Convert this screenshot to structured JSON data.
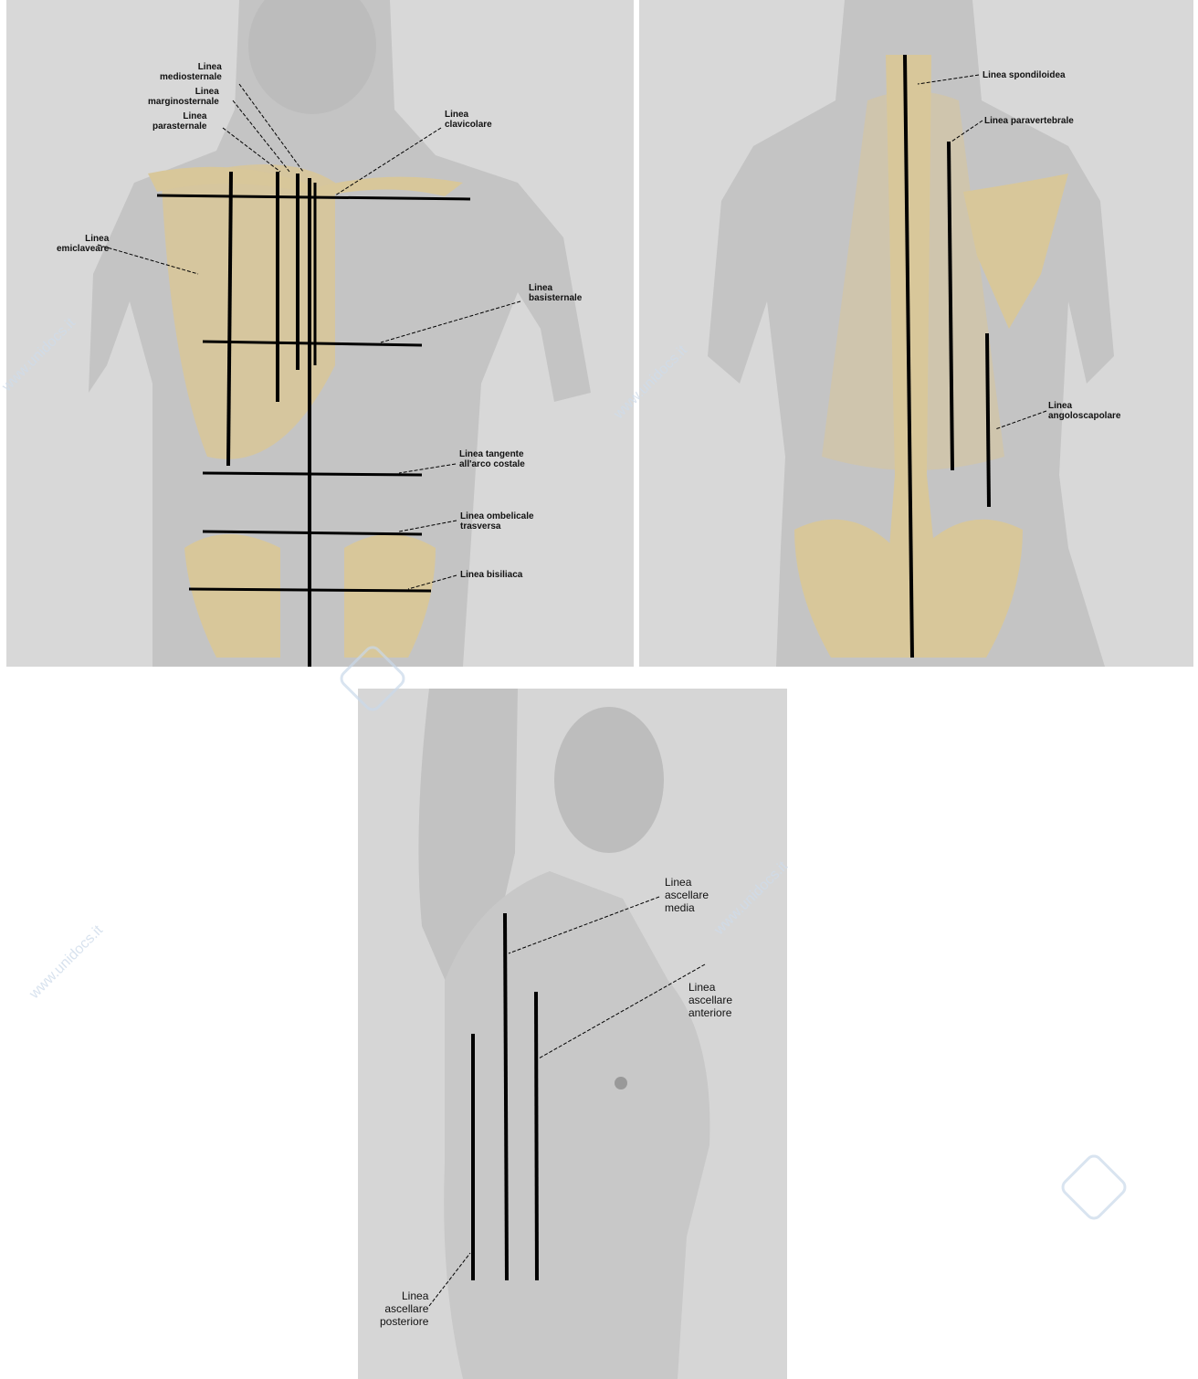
{
  "front_labels": {
    "mediosternale": "Linea\nmediosternale",
    "marginosternale": "Linea\nmarginosternale",
    "parasternale": "Linea\nparasternale",
    "clavicolare": "Linea\nclavicolare",
    "emiclaveare": "Linea\nemiclaveare",
    "basisternale": "Linea\nbasisternale",
    "tangente": "Linea tangente\nall'arco costale",
    "ombelicale": "Linea ombelicale\ntrasversa",
    "bisiliaca": "Linea bisiliaca"
  },
  "back_labels": {
    "spondiloidea": "Linea spondiloidea",
    "paravertebrale": "Linea paravertebrale",
    "angoloscapolare": "Linea\nangoloscapolare"
  },
  "side_labels": {
    "media": "Linea\nascellare\nmedia",
    "anteriore": "Linea\nascellare\nanteriore",
    "posteriore": "Linea\nascellare\nposteriore"
  },
  "watermark": "www.unidocs.it",
  "colors": {
    "bone": "#d8c79a",
    "skin": "#c9c9c9",
    "line": "#000000",
    "watermark": "#cfdceb"
  }
}
